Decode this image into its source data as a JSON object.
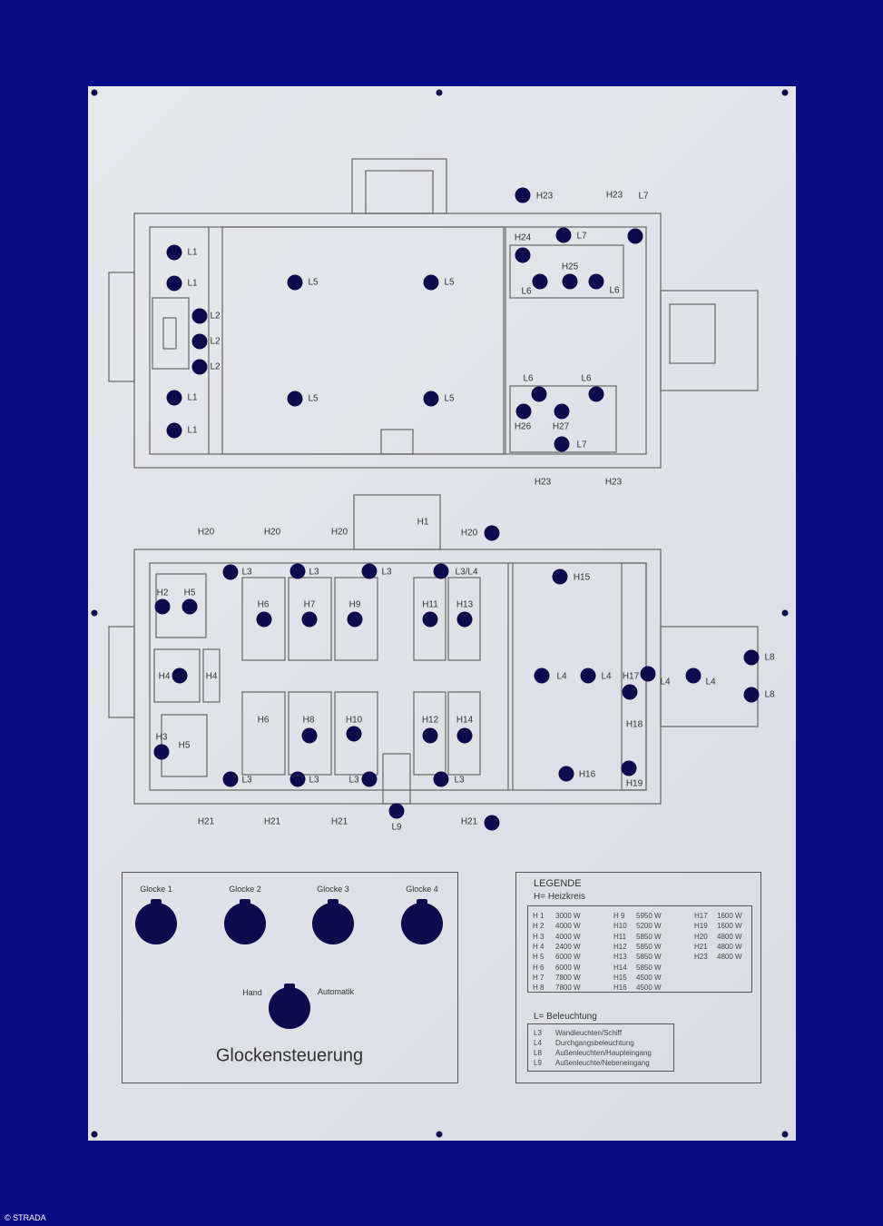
{
  "copyright": "© STRADA",
  "upper_plan": {
    "dots": [
      "L1",
      "L1",
      "L2",
      "L2",
      "L2",
      "L1",
      "L1",
      "L5",
      "L5",
      "L5",
      "L5",
      "H23",
      "H24",
      "L6",
      "L7",
      "H25",
      "L6",
      "L7",
      "L6",
      "L6",
      "H26",
      "H27",
      "L7"
    ],
    "labels": [
      "L1",
      "L1",
      "L2",
      "L2",
      "L2",
      "L1",
      "L1",
      "L5",
      "L5",
      "L5",
      "L5",
      "H23",
      "H23",
      "L7",
      "H24",
      "L6",
      "L7",
      "H25",
      "L6",
      "L6",
      "L6",
      "H26",
      "H27",
      "L7",
      "H23",
      "H23"
    ]
  },
  "lower_plan": {
    "dots": [
      "L3",
      "L3",
      "L3",
      "L3/L4",
      "H20",
      "H15",
      "H2",
      "H5",
      "H6",
      "H7",
      "H9",
      "H11",
      "H13",
      "H4",
      "L4",
      "L4",
      "H17",
      "L4",
      "L4",
      "L8",
      "L8",
      "H8",
      "H10",
      "H12",
      "H14",
      "H3",
      "H16",
      "H19",
      "L3",
      "L3",
      "L3",
      "L3",
      "L9",
      "H21"
    ],
    "labels": [
      "H20",
      "H20",
      "H20",
      "H20",
      "H1",
      "L3",
      "L3",
      "L3",
      "L3/L4",
      "H15",
      "H2",
      "H5",
      "H6",
      "H7",
      "H9",
      "H11",
      "H13",
      "H4",
      "H4",
      "L4",
      "L4",
      "H17",
      "L4",
      "L4",
      "L8",
      "L8",
      "H6",
      "H8",
      "H10",
      "H12",
      "H14",
      "H3",
      "H5",
      "H18",
      "H16",
      "H19",
      "L3",
      "L3",
      "L3",
      "L3",
      "L9",
      "H21",
      "H21",
      "H21",
      "H21"
    ]
  },
  "bell_control": {
    "title": "Glockensteuerung",
    "bells": [
      "Glocke 1",
      "Glocke 2",
      "Glocke 3",
      "Glocke 4"
    ],
    "mode_left": "Hand",
    "mode_right": "Automatik"
  },
  "legend": {
    "title": "LEGENDE",
    "heating_title": "H=  Heizkreis",
    "heating": [
      [
        "H 1",
        "3000 W"
      ],
      [
        "H 2",
        "4000 W"
      ],
      [
        "H 3",
        "4000 W"
      ],
      [
        "H 4",
        "2400 W"
      ],
      [
        "H 5",
        "6000 W"
      ],
      [
        "H 6",
        "6000 W"
      ],
      [
        "H 7",
        "7800 W"
      ],
      [
        "H 8",
        "7800 W"
      ],
      [
        "H 9",
        "5950 W"
      ],
      [
        "H10",
        "5200 W"
      ],
      [
        "H11",
        "5850 W"
      ],
      [
        "H12",
        "5850 W"
      ],
      [
        "H13",
        "5850 W"
      ],
      [
        "H14",
        "5850 W"
      ],
      [
        "H15",
        "4500 W"
      ],
      [
        "H16",
        "4500 W"
      ],
      [
        "H17",
        "1600 W"
      ],
      [
        "H19",
        "1600 W"
      ],
      [
        "H20",
        "4800 W"
      ],
      [
        "H21",
        "4800 W"
      ],
      [
        "H23",
        "4800 W"
      ]
    ],
    "lighting_title": "L=  Beleuchtung",
    "lighting": [
      [
        "L3",
        "Wandleuchten/Schiff"
      ],
      [
        "L4",
        "Durchgangsbeleuchtung"
      ],
      [
        "L8",
        "Außenleuchten/Haupteingang"
      ],
      [
        "L9",
        "Außenleuchte/Nebeneingang"
      ]
    ]
  }
}
